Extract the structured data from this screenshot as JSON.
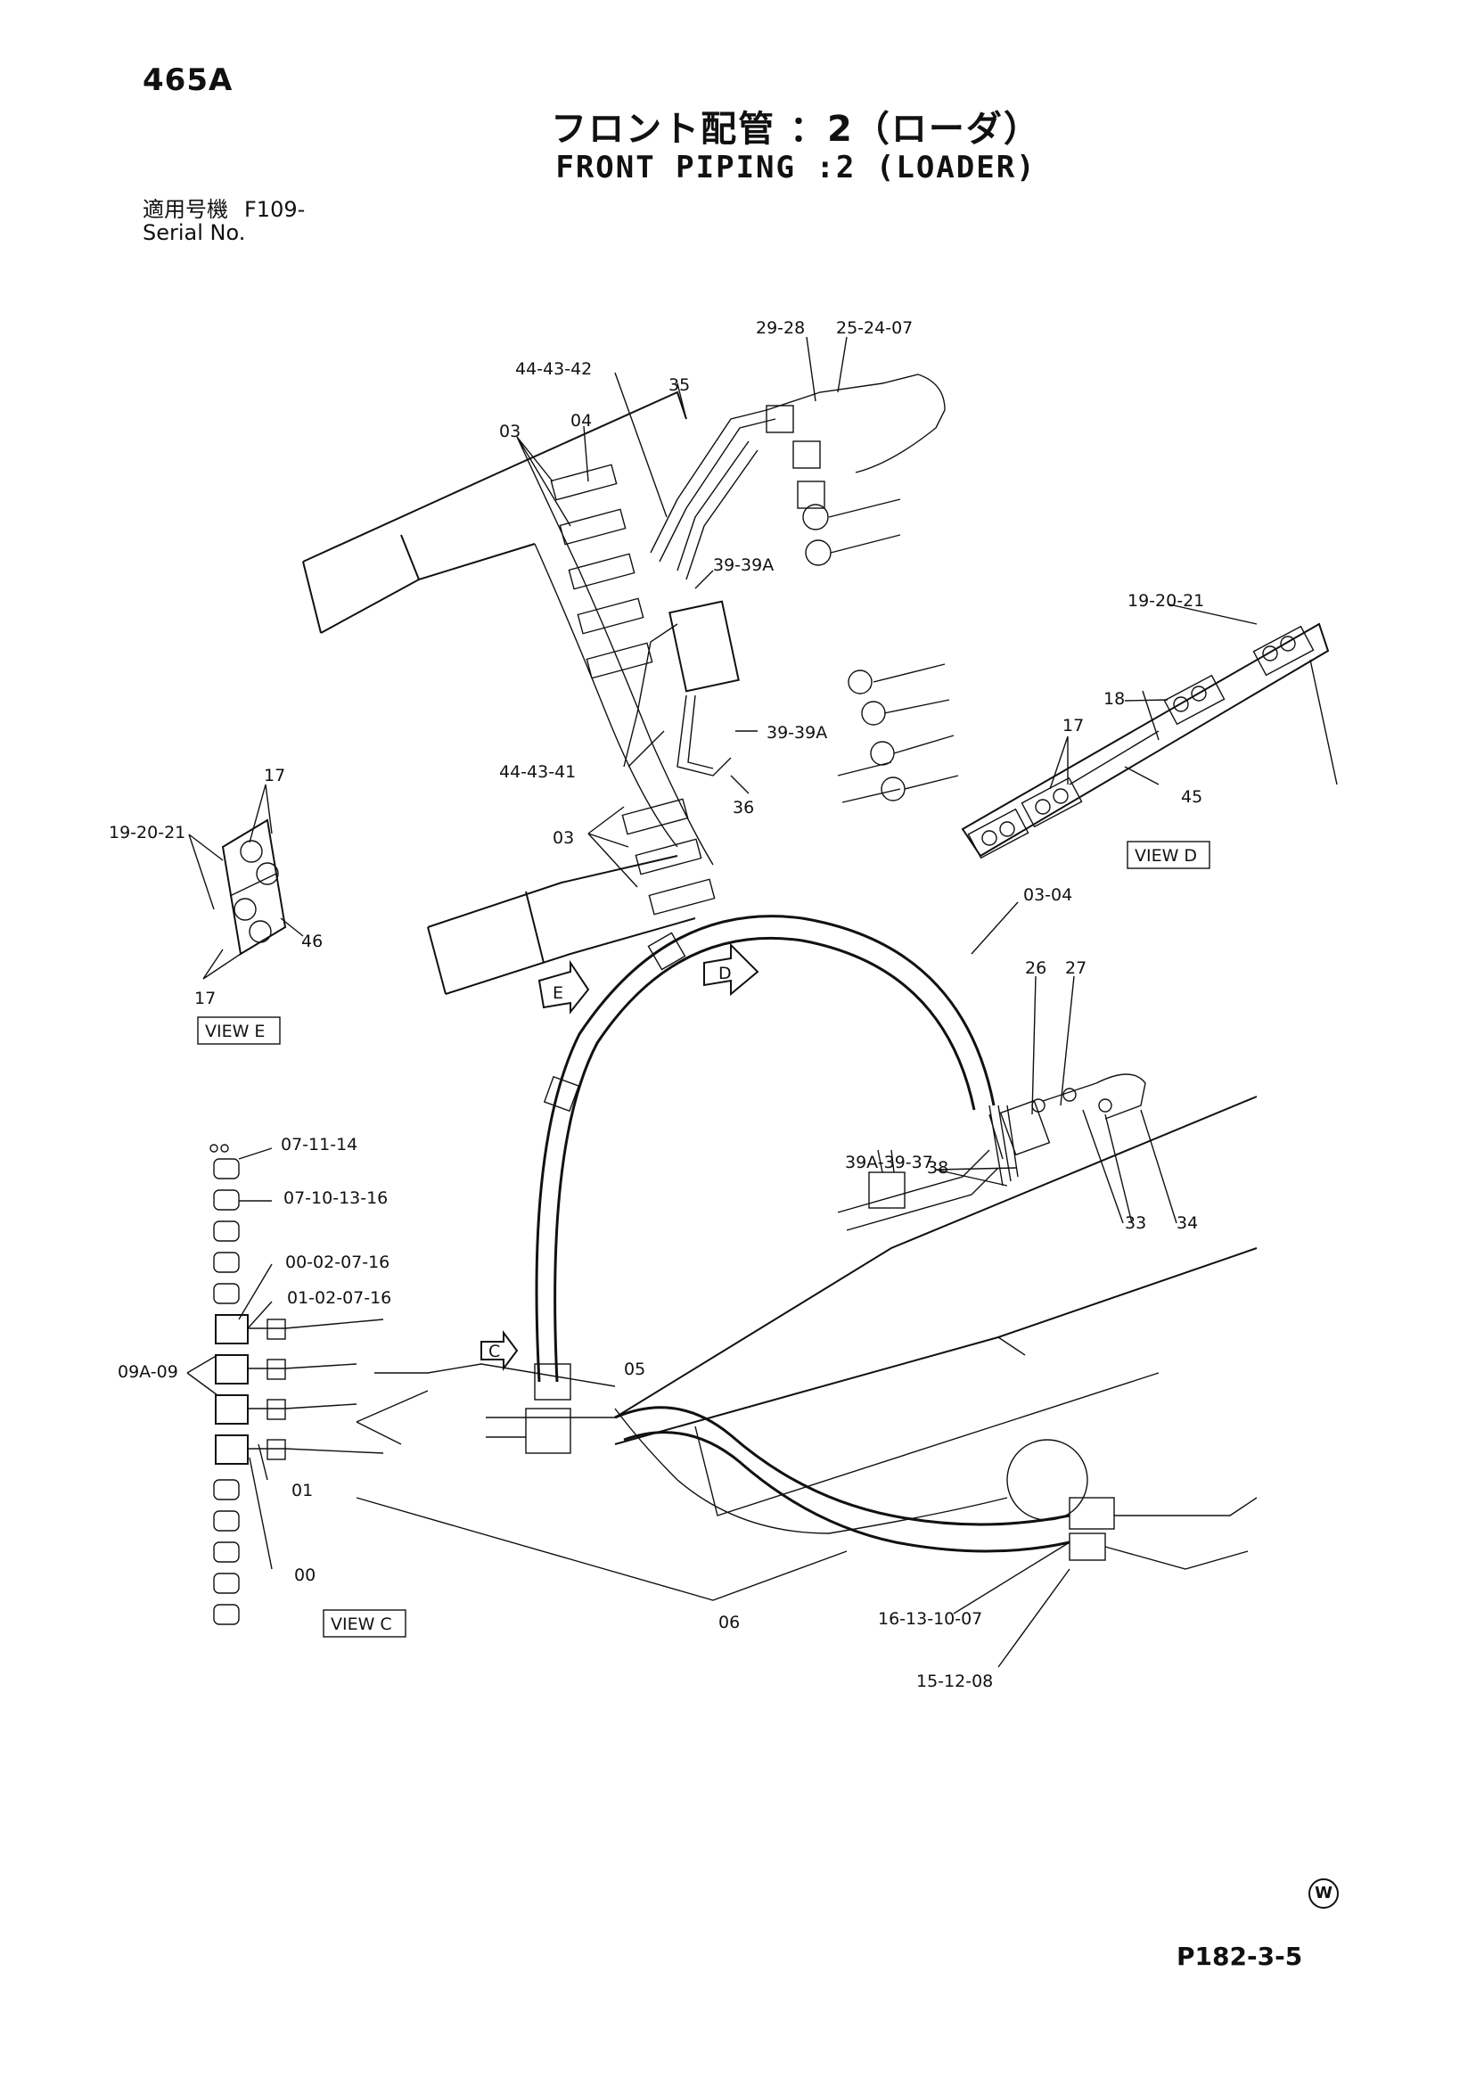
{
  "header": {
    "page_id": "465A",
    "title_jp": "フロント配管 ：2（ローダ）",
    "title_en": "FRONT PIPING :2 (LOADER)"
  },
  "serial": {
    "label_jp": "適用号機",
    "value": "F109-",
    "label_en": "Serial No."
  },
  "views": {
    "view_c": "VIEW C",
    "view_d": "VIEW D",
    "view_e": "VIEW E",
    "arrow_c": "C",
    "arrow_d": "D",
    "arrow_e": "E"
  },
  "labels": {
    "l_29_28": "29-28",
    "l_25_24_07": "25-24-07",
    "l_44_43_42": "44-43-42",
    "l_35": "35",
    "l_03_a": "03",
    "l_04": "04",
    "l_39_39a_a": "39-39A",
    "l_39_39a_b": "39-39A",
    "l_44_43_41": "44-43-41",
    "l_36": "36",
    "l_03_b": "03",
    "l_19_20_21_d": "19-20-21",
    "l_18": "18",
    "l_17_d": "17",
    "l_45": "45",
    "l_17_e_top": "17",
    "l_19_20_21_e": "19-20-21",
    "l_46": "46",
    "l_17_e_bot": "17",
    "l_03_04": "03-04",
    "l_26": "26",
    "l_27": "27",
    "l_39a_39_37": "39A-39-37",
    "l_38": "38",
    "l_33": "33",
    "l_34": "34",
    "l_07_11_14": "07-11-14",
    "l_07_10_13_16": "07-10-13-16",
    "l_00_02_07_16": "00-02-07-16",
    "l_01_02_07_16": "01-02-07-16",
    "l_09a_09": "09A-09",
    "l_05": "05",
    "l_01": "01",
    "l_00": "00",
    "l_06": "06",
    "l_16_13_10_07": "16-13-10-07",
    "l_15_12_08": "15-12-08"
  },
  "footer": {
    "w_mark": "W",
    "page_ref": "P182-3-5"
  }
}
